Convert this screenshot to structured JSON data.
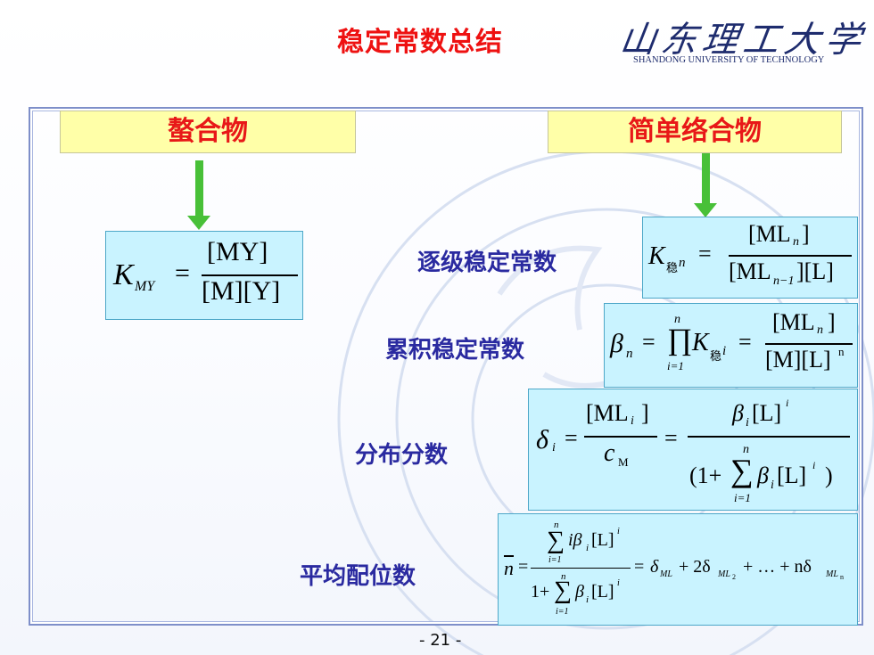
{
  "title": "稳定常数总结",
  "logo": {
    "text_cn": "山东理工大学",
    "text_en": "SHANDONG UNIVERSITY OF TECHNOLOGY"
  },
  "labels": {
    "chelate": "螯合物",
    "simple_complex": "简单络合物"
  },
  "terms": {
    "stepwise": "逐级稳定常数",
    "cumulative": "累积稳定常数",
    "distribution": "分布分数",
    "average_ligand": "平均配位数"
  },
  "formulas": {
    "k_my": {
      "symbol": "K",
      "sub": "MY",
      "numerator": "[MY]",
      "denominator": "[M][Y]"
    },
    "k_stepwise": {
      "symbol": "K",
      "sub_cn": "稳",
      "sub_n": "n",
      "num_a": "[ML",
      "num_sub": "n",
      "num_b": "]",
      "den_a": "[ML",
      "den_sub": "n−1",
      "den_b": "][L]"
    },
    "beta": {
      "symbol": "β",
      "sub": "n",
      "prod_top": "n",
      "prod_bottom": "i=1",
      "k": "K",
      "k_sub_cn": "稳",
      "k_sub_i": "i",
      "num": "[ML",
      "num_sub": "n",
      "num_end": "]",
      "den": "[M][L]",
      "den_sup": "n"
    },
    "delta": {
      "symbol": "δ",
      "sub": "i",
      "num1": "[ML",
      "num1_sub": "i",
      "num1_end": "]",
      "den1": "c",
      "den1_sub": "M",
      "num2": "β",
      "num2_sub": "i",
      "num2_b": "[L]",
      "num2_sup": "i",
      "den2_a": "(1+",
      "den2_sum_top": "n",
      "den2_sum_bottom": "i=1",
      "den2_b": "β",
      "den2_sub": "i",
      "den2_c": "[L]",
      "den2_sup": "i",
      "den2_d": ")"
    },
    "nbar": {
      "symbol": "n",
      "sum_top": "n",
      "sum_bottom": "i=1",
      "num_body": "iβ",
      "num_sub": "i",
      "num_l": "[L]",
      "num_sup": "i",
      "den_prefix": "1+",
      "den_body": "β",
      "den_sub": "i",
      "den_l": "[L]",
      "den_sup": "i",
      "rhs_1": "δ",
      "rhs_1_sub": "ML",
      "rhs_2": "+ 2δ",
      "rhs_2_sub": "ML",
      "rhs_2_subsub": "2",
      "rhs_3": "+ … + nδ",
      "rhs_3_sub": "ML",
      "rhs_3_subsub": "n"
    }
  },
  "page_number": "- 21 -",
  "colors": {
    "title": "#ee1111",
    "label_bg": "#ffffa8",
    "label_text": "#e81818",
    "term_text": "#2a2aa0",
    "formula_bg": "#c9f3ff",
    "arrow": "#48c038",
    "frame": "#7e8fc9"
  }
}
